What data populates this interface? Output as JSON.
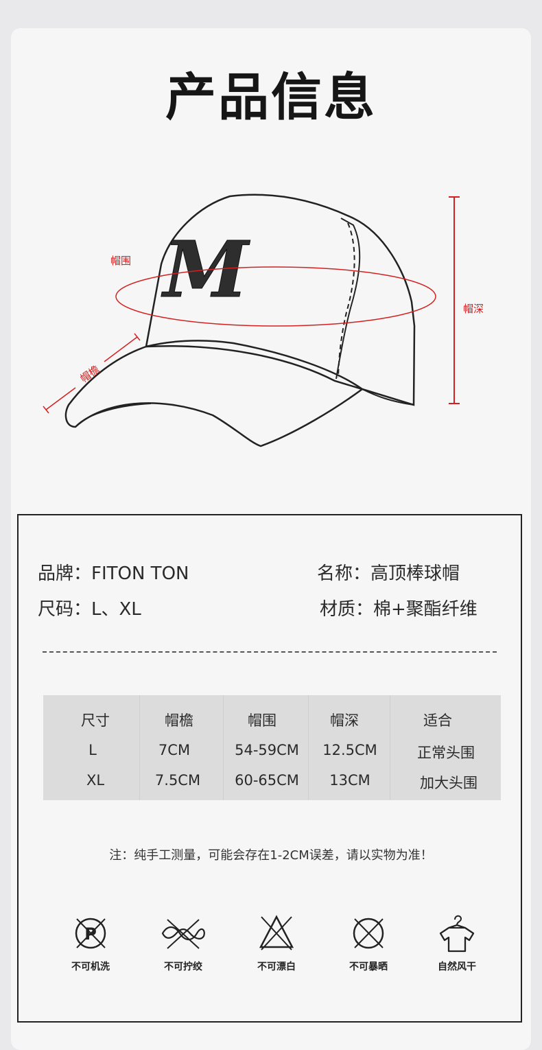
{
  "title": "产品信息",
  "diagram": {
    "circumference_label": "帽围",
    "brim_label": "帽檐",
    "depth_label": "帽深",
    "logo_letter": "M",
    "accent_color": "#d42020"
  },
  "info": {
    "brand": "品牌：FITON TON",
    "name": "名称：高顶棒球帽",
    "size": "尺码：L、XL",
    "material": "材质：棉+聚酯纤维"
  },
  "size_table": {
    "headers": [
      "尺寸",
      "帽檐",
      "帽围",
      "帽深",
      "适合"
    ],
    "rows": [
      [
        "L",
        "7CM",
        "54-59CM",
        "12.5CM",
        "正常头围"
      ],
      [
        "XL",
        "7.5CM",
        "60-65CM",
        "13CM",
        "加大头围"
      ]
    ]
  },
  "note": "注：纯手工测量，可能会存在1-2CM误差，请以实物为准！",
  "care": [
    {
      "icon": "no-dry-clean-icon",
      "label": "不可机洗"
    },
    {
      "icon": "no-wring-icon",
      "label": "不可拧绞"
    },
    {
      "icon": "no-bleach-icon",
      "label": "不可漂白"
    },
    {
      "icon": "no-tumble-dry-icon",
      "label": "不可暴晒"
    },
    {
      "icon": "hang-dry-icon",
      "label": "自然风干"
    }
  ]
}
